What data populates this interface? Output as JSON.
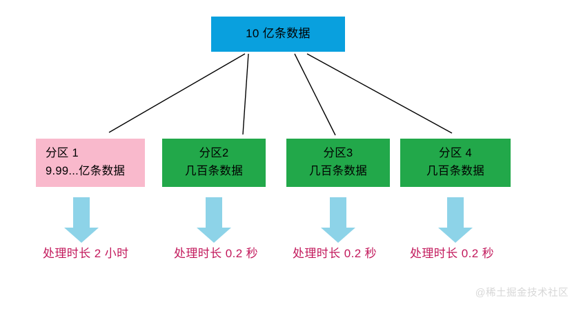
{
  "diagram": {
    "source": {
      "label": "10 亿条数据",
      "color": "#09a0de"
    },
    "partitions": [
      {
        "title": "分区 1",
        "detail": "9.99...亿条数据",
        "color": "#f9b9cc",
        "result": "处理时长 2 小时"
      },
      {
        "title": "分区2",
        "detail": "几百条数据",
        "color": "#22a84a",
        "result": "处理时长 0.2 秒"
      },
      {
        "title": "分区3",
        "detail": "几百条数据",
        "color": "#22a84a",
        "result": "处理时长 0.2 秒"
      },
      {
        "title": "分区 4",
        "detail": "几百条数据",
        "color": "#22a84a",
        "result": "处理时长 0.2 秒"
      }
    ],
    "connector_color": "#000000",
    "flow_arrow_color": "#8dd3e8",
    "result_text_color": "#c2185b"
  },
  "watermark": {
    "text": "@稀土掘金技术社区",
    "color": "#d7d7d7"
  }
}
